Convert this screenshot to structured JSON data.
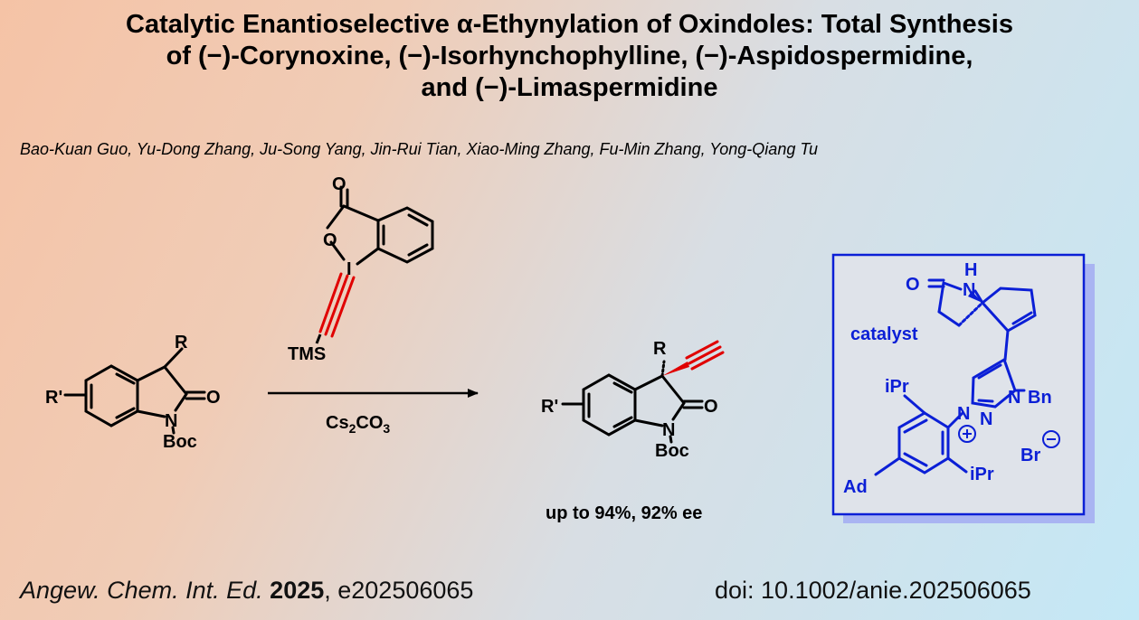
{
  "paper": {
    "title_line1": "Catalytic Enantioselective α-Ethynylation of Oxindoles: Total Synthesis",
    "title_line2": "of (−)-Corynoxine, (−)-Isorhynchophylline, (−)-Aspidospermidine,",
    "title_line3": "and (−)-Limaspermidine",
    "authors": "Bao-Kuan Guo, Yu-Dong Zhang, Ju-Song Yang, Jin-Rui Tian, Xiao-Ming Zhang, Fu-Min Zhang, Yong-Qiang Tu"
  },
  "scheme": {
    "reactant": {
      "r": "R",
      "r_prime": "R'",
      "o": "O",
      "n": "N",
      "boc": "Boc"
    },
    "reagent": {
      "o_carbonyl": "O",
      "o_ring": "O",
      "iodine": "I",
      "tms": "TMS"
    },
    "conditions": {
      "base_prefix": "Cs",
      "base_sub1": "2",
      "base_mid": "CO",
      "base_sub2": "3"
    },
    "product": {
      "r": "R",
      "r_prime": "R'",
      "o": "O",
      "n": "N",
      "boc": "Boc"
    },
    "yield": "up to 94%, 92% ee",
    "catalyst": {
      "label": "catalyst",
      "o": "O",
      "n_lactam": "N",
      "h": "H",
      "ipr_top": "iPr",
      "ipr_bottom": "iPr",
      "n1": "N",
      "n2": "N",
      "n3": "N",
      "bn": "Bn",
      "ad": "Ad",
      "br": "Br",
      "color": "#0b1fd6"
    }
  },
  "citation": {
    "journal": "Angew. Chem. Int. Ed.",
    "year": "2025",
    "article": ", e202506065",
    "doi": "doi: 10.1002/anie.202506065"
  }
}
